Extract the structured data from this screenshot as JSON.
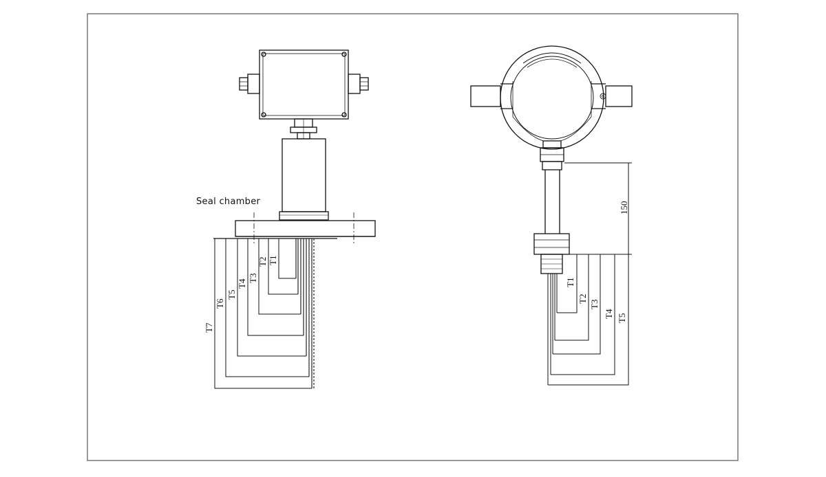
{
  "left_view": {
    "annotation": "Seal chamber",
    "depth_labels": [
      "T1",
      "T2",
      "T3",
      "T4",
      "T5",
      "T6",
      "T7"
    ]
  },
  "right_view": {
    "height_label": "150",
    "depth_labels": [
      "T1",
      "T2",
      "T3",
      "T4",
      "T5"
    ]
  },
  "colors": {
    "line": "#111111",
    "frame": "#777777",
    "background": "#ffffff"
  }
}
